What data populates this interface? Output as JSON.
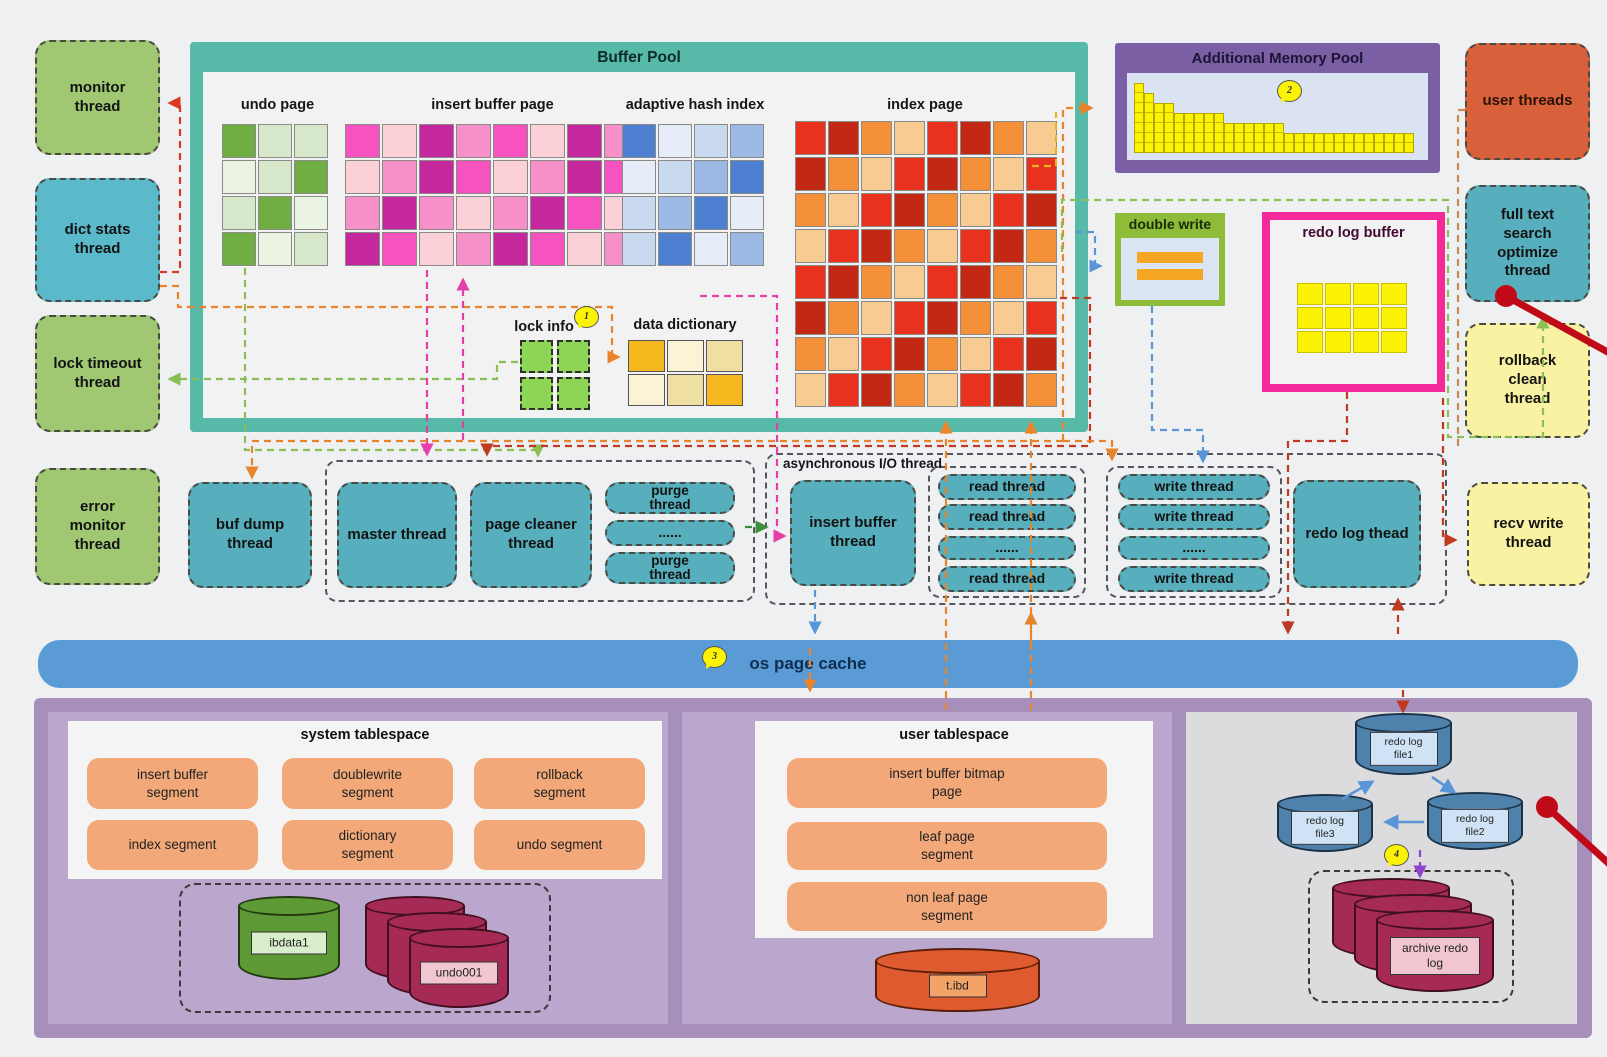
{
  "colors": {
    "buffer_pool_teal": "#57b9a8",
    "amp_purple": "#7a5fa5",
    "redo_buffer_magenta": "#f5289c",
    "double_write_green": "#8cbc38",
    "os_bar_blue": "#5b9bd5",
    "bottom_purple": "#a78fbc",
    "segment_orange": "#f2a878",
    "thread_teal": "#57aebc",
    "thread_green": "#a0c873",
    "user_thread_orange": "#d8603a",
    "pale_yellow": "#f8f2a2"
  },
  "left_threads": {
    "items": [
      {
        "label": "monitor thread"
      },
      {
        "label": "dict stats thread"
      },
      {
        "label": "lock timeout thread"
      },
      {
        "label": "error monitor thread"
      }
    ]
  },
  "right_threads": {
    "items": [
      {
        "label": "user threads"
      },
      {
        "label": "full text search optimize thread"
      },
      {
        "label": "rollback clean thread"
      },
      {
        "label": "recv write thread"
      }
    ]
  },
  "buffer_pool": {
    "title": "Buffer Pool",
    "labels": {
      "undo": "undo page",
      "insert": "insert buffer page",
      "adaptive": "adaptive hash index",
      "index": "index page",
      "lock": "lock info",
      "dict": "data dictionary"
    },
    "grids": {
      "undo": {
        "palette": {
          "D": "#70ad42",
          "L": "#d7e7ca",
          "W": "#ebf3e3"
        },
        "rows": [
          [
            "D",
            "L",
            "L"
          ],
          [
            "W",
            "L",
            "D"
          ],
          [
            "L",
            "D",
            "W"
          ],
          [
            "D",
            "W",
            "L"
          ]
        ]
      },
      "insert": {
        "palette": {
          "m": "#c4289c",
          "h": "#f653c0",
          "p": "#f78fc8",
          "l": "#fbd0d6"
        },
        "rows": [
          [
            "h",
            "l",
            "m",
            "p",
            "h",
            "l",
            "m",
            "p"
          ],
          [
            "l",
            "p",
            "m",
            "h",
            "l",
            "p",
            "m",
            "h"
          ],
          [
            "p",
            "m",
            "p",
            "l",
            "p",
            "m",
            "h",
            "l"
          ],
          [
            "m",
            "h",
            "l",
            "p",
            "m",
            "h",
            "l",
            "p"
          ]
        ]
      },
      "adaptive": {
        "palette": {
          "B": "#4d7fd0",
          "M": "#9cb8e4",
          "L": "#c9d9f0",
          "W": "#e6edf8"
        },
        "rows": [
          [
            "B",
            "W",
            "L",
            "M"
          ],
          [
            "W",
            "L",
            "M",
            "B"
          ],
          [
            "L",
            "M",
            "B",
            "W"
          ],
          [
            "L",
            "B",
            "W",
            "M"
          ]
        ]
      },
      "index": {
        "palette": {
          "r": "#e8321e",
          "d": "#c22814",
          "o": "#f49038",
          "p": "#f8cb92"
        },
        "rows": [
          [
            "r",
            "d",
            "o",
            "p",
            "r",
            "d",
            "o",
            "p"
          ],
          [
            "d",
            "o",
            "p",
            "r",
            "d",
            "o",
            "p",
            "r"
          ],
          [
            "o",
            "p",
            "r",
            "d",
            "o",
            "p",
            "r",
            "d"
          ],
          [
            "p",
            "r",
            "d",
            "o",
            "p",
            "r",
            "d",
            "o"
          ],
          [
            "r",
            "d",
            "o",
            "p",
            "r",
            "d",
            "o",
            "p"
          ],
          [
            "d",
            "o",
            "p",
            "r",
            "d",
            "o",
            "p",
            "r"
          ],
          [
            "o",
            "p",
            "r",
            "d",
            "o",
            "p",
            "r",
            "d"
          ],
          [
            "p",
            "r",
            "d",
            "o",
            "p",
            "r",
            "d",
            "o"
          ]
        ]
      },
      "lock": {
        "palette": {
          "g": "#8ed455"
        },
        "rows": [
          [
            "g",
            "g"
          ],
          [
            "g",
            "g"
          ]
        ]
      },
      "dict": {
        "palette": {
          "g": "#f5b81e",
          "c": "#faf3d6",
          "k": "#f0dfa2"
        },
        "rows": [
          [
            "g",
            "c",
            "k"
          ],
          [
            "c",
            "k",
            "g"
          ]
        ]
      }
    }
  },
  "amp": {
    "title": "Additional Memory Pool",
    "histogram": [
      7,
      6,
      5,
      5,
      4,
      4,
      4,
      4,
      4,
      3,
      3,
      3,
      3,
      3,
      3,
      2,
      2,
      2,
      2,
      2,
      2,
      2,
      2,
      2,
      2,
      2,
      2,
      2
    ]
  },
  "double_write": {
    "title": "double write"
  },
  "redo_log_buffer": {
    "title": "redo log buffer",
    "grid": {
      "palette": {
        "y": "#fbf303"
      },
      "rows": [
        [
          "y",
          "y",
          "y",
          "y"
        ],
        [
          "y",
          "y",
          "y",
          "y"
        ],
        [
          "y",
          "y",
          "y",
          "y"
        ]
      ]
    }
  },
  "thread_row": {
    "buf_dump": "buf dump thread",
    "master": "master thread",
    "page_cleaner": "page cleaner thread",
    "purge": [
      "purge thread",
      "......",
      "purge thread"
    ],
    "async_label": "asynchronous I/O thread",
    "insert_buffer": "insert buffer thread",
    "read": [
      "read thread",
      "read thread",
      "......",
      "read thread"
    ],
    "write": [
      "write thread",
      "write thread",
      "......",
      "write thread"
    ],
    "redo_log": "redo log thead"
  },
  "os_bar": {
    "label": "os page cache"
  },
  "system_tablespace": {
    "title": "system tablespace",
    "segments": [
      "insert buffer segment",
      "doublewrite segment",
      "rollback segment",
      "index segment",
      "dictionary segment",
      "undo segment"
    ],
    "ibdata": "ibdata1",
    "undo": "undo001"
  },
  "user_tablespace": {
    "title": "user tablespace",
    "segments": [
      "insert buffer bitmap page",
      "leaf page segment",
      "non leaf page segment"
    ],
    "cylinder": "t.ibd"
  },
  "redo_files": {
    "file1": "redo log file1",
    "file2": "redo log file2",
    "file3": "redo log file3",
    "archive": "archive redo log"
  },
  "badges": {
    "b1": "1",
    "b2": "2",
    "b3": "3",
    "b4": "4"
  }
}
